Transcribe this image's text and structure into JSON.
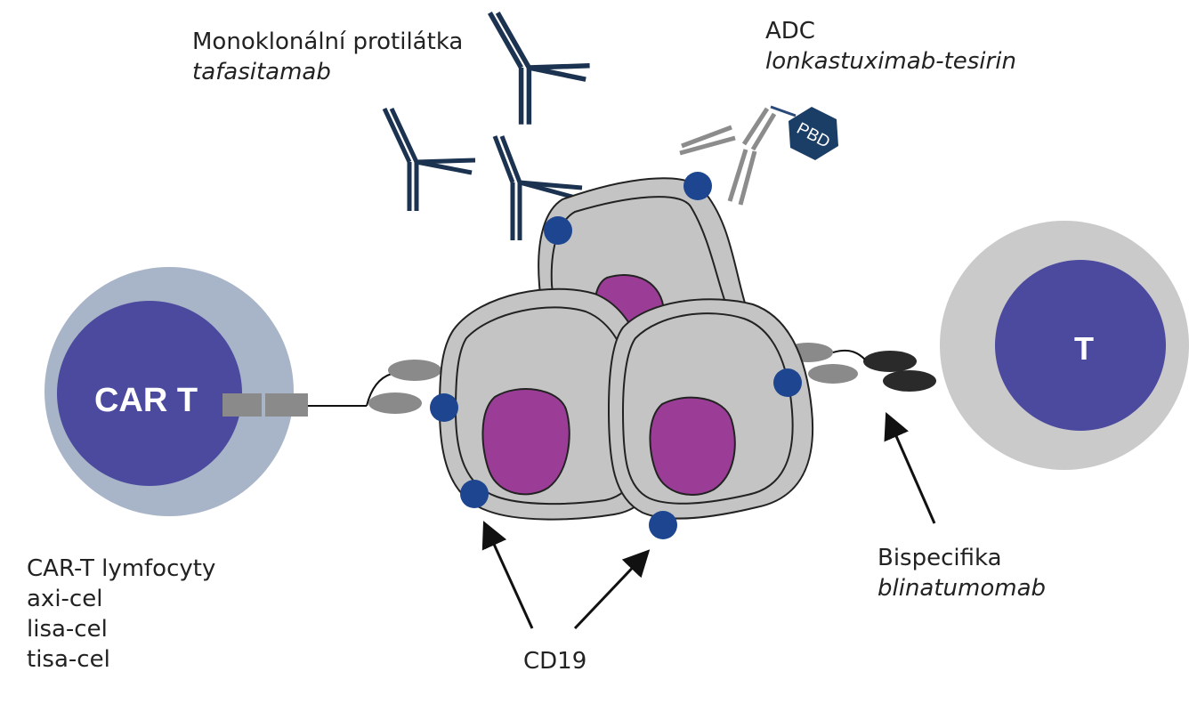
{
  "labels": {
    "monoclonal": {
      "title": "Monoklonální protilátka",
      "drug": "tafasitamab"
    },
    "adc": {
      "title": "ADC",
      "drug": "lonkastuximab-tesirin",
      "payload": "PBD"
    },
    "cart": {
      "cell": "CAR T",
      "title": "CAR-T lymfocyty",
      "drugs": [
        "axi-cel",
        "lisa-cel",
        "tisa-cel"
      ]
    },
    "bispecific": {
      "title": "Bispecifika",
      "drug": "blinatumomab",
      "cell": "T"
    },
    "target": {
      "title": "CD19"
    }
  },
  "colors": {
    "antibody": "#1b3250",
    "cd19": "#1e4690",
    "tcell_core": "#4b4a9e",
    "cart_ring": "#a8b4c8",
    "t_ring": "#cacaca",
    "tumor": "#c4c4c4",
    "nucleus": "#9b3d97",
    "receptor": "#8a8a8a",
    "bispecific_dark": "#2a2a2a",
    "adc_antibody": "#8c8c8c",
    "adc_payload": "#1a3e66"
  }
}
